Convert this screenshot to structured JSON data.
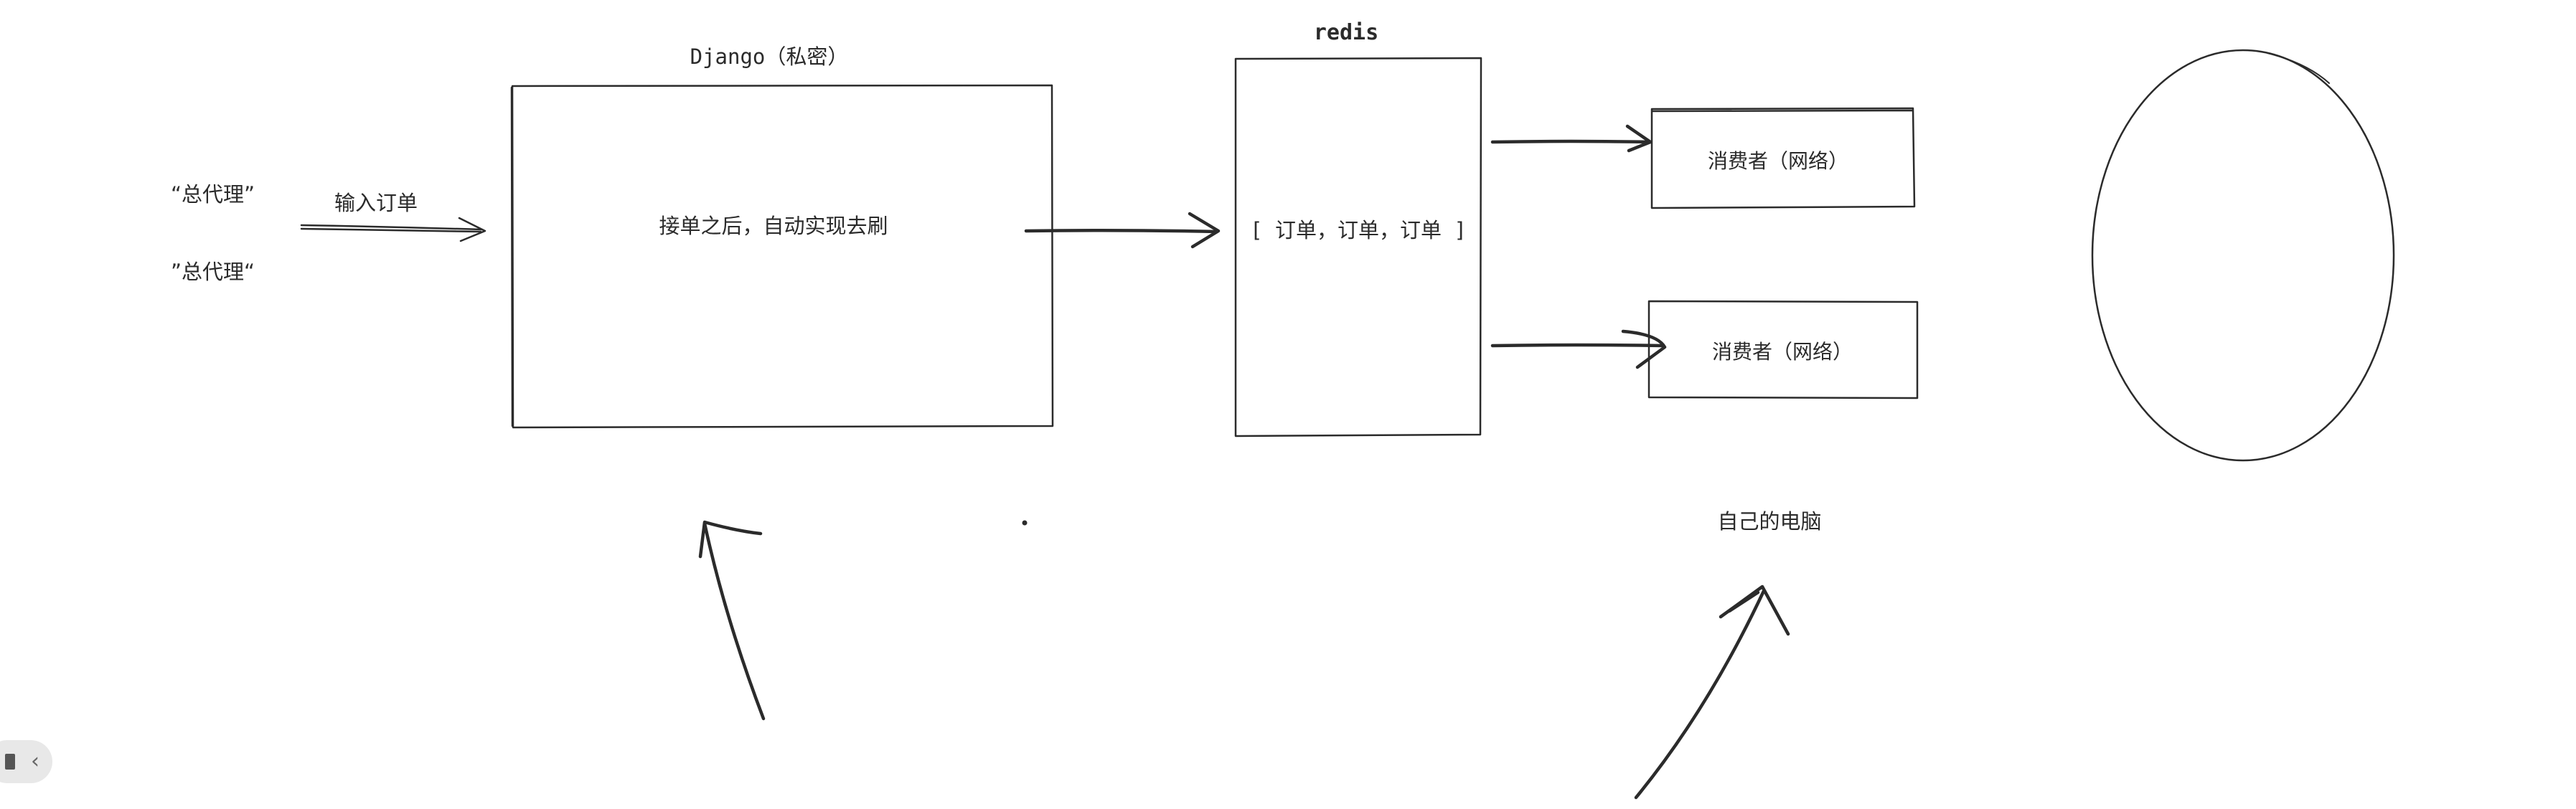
{
  "labels": {
    "agent_top": "“总代理”",
    "agent_bottom": "”总代理“",
    "input_order": "输入订单",
    "django_title": "Django（私密）",
    "django_body": "接单之后，自动实现去刷",
    "redis_title": "redis",
    "redis_body": "[ 订单，订单，订单 ]",
    "consumer_top": "消费者（网络）",
    "consumer_bottom": "消费者（网络）",
    "own_computer": "自己的电脑"
  },
  "controls": {
    "collapse_chevron": "‹"
  },
  "colors": {
    "ink": "#2b2b2b",
    "background": "#ffffff",
    "panel": "#e8e8e8"
  }
}
